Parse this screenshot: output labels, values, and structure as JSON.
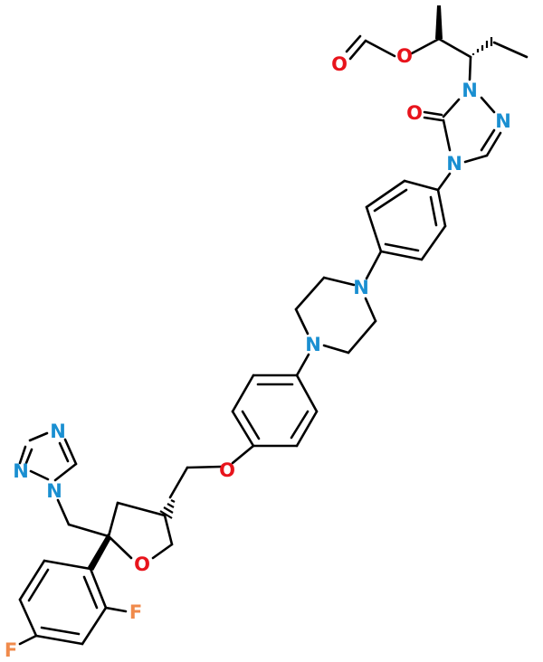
{
  "molecule": {
    "atoms": {
      "o_formyl_carbonyl": {
        "label": "O",
        "color": "#e8141c"
      },
      "o_ester": {
        "label": "O",
        "color": "#e8141c"
      },
      "n_triazolone_1": {
        "label": "N",
        "color": "#1a8fd1"
      },
      "o_triazolone": {
        "label": "O",
        "color": "#e8141c"
      },
      "n_triazolone_2": {
        "label": "N",
        "color": "#1a8fd1"
      },
      "n_triazolone_4": {
        "label": "N",
        "color": "#1a8fd1"
      },
      "n_piperazine_top": {
        "label": "N",
        "color": "#1a8fd1"
      },
      "n_piperazine_bottom": {
        "label": "N",
        "color": "#1a8fd1"
      },
      "o_ether": {
        "label": "O",
        "color": "#e8141c"
      },
      "n_triazole_4": {
        "label": "N",
        "color": "#1a8fd1"
      },
      "n_triazole_2": {
        "label": "N",
        "color": "#1a8fd1"
      },
      "n_triazole_1": {
        "label": "N",
        "color": "#1a8fd1"
      },
      "o_thf": {
        "label": "O",
        "color": "#e8141c"
      },
      "f_ortho": {
        "label": "F",
        "color": "#f08a4b"
      },
      "f_para": {
        "label": "F",
        "color": "#f08a4b"
      }
    }
  }
}
